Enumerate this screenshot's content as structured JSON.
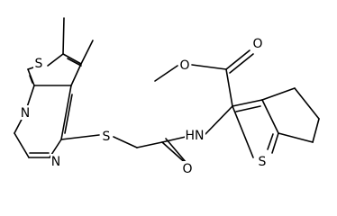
{
  "atoms": {
    "s1": "S",
    "n1": "N",
    "n2": "N",
    "s2": "S",
    "o1": "O",
    "hn": "HN",
    "o2": "O",
    "o3": "O",
    "s3": "S"
  },
  "colors": {
    "bond": "#000000",
    "background": "#ffffff"
  }
}
